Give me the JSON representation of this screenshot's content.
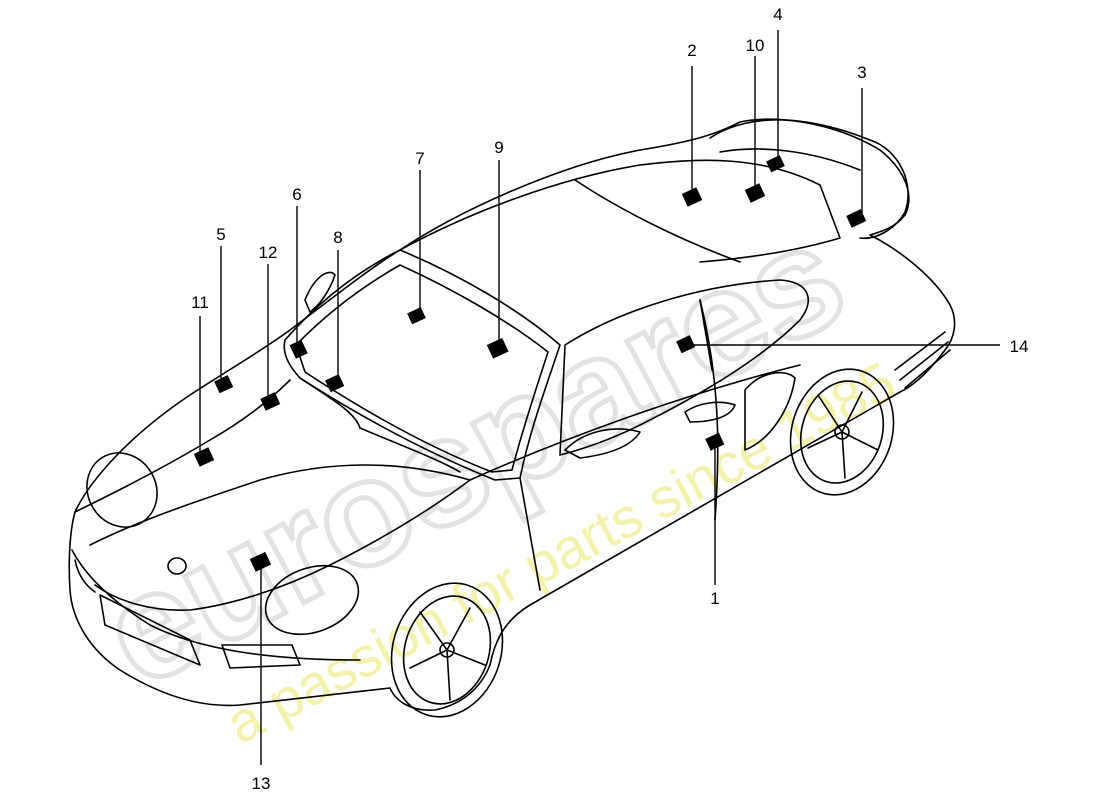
{
  "watermark": {
    "brand": "eurospares",
    "tagline": "a passion for parts since 1985",
    "brand_color": "#e6e6e6",
    "tagline_color": "#f3f0a0"
  },
  "callouts": [
    {
      "id": "1",
      "label": "1"
    },
    {
      "id": "2",
      "label": "2"
    },
    {
      "id": "3",
      "label": "3"
    },
    {
      "id": "4",
      "label": "4"
    },
    {
      "id": "5",
      "label": "5"
    },
    {
      "id": "6",
      "label": "6"
    },
    {
      "id": "7",
      "label": "7"
    },
    {
      "id": "8",
      "label": "8"
    },
    {
      "id": "9",
      "label": "9"
    },
    {
      "id": "10",
      "label": "10"
    },
    {
      "id": "11",
      "label": "11"
    },
    {
      "id": "12",
      "label": "12"
    },
    {
      "id": "13",
      "label": "13"
    },
    {
      "id": "14",
      "label": "14"
    }
  ],
  "colors": {
    "line": "#000000",
    "label_fill": "#000000"
  }
}
